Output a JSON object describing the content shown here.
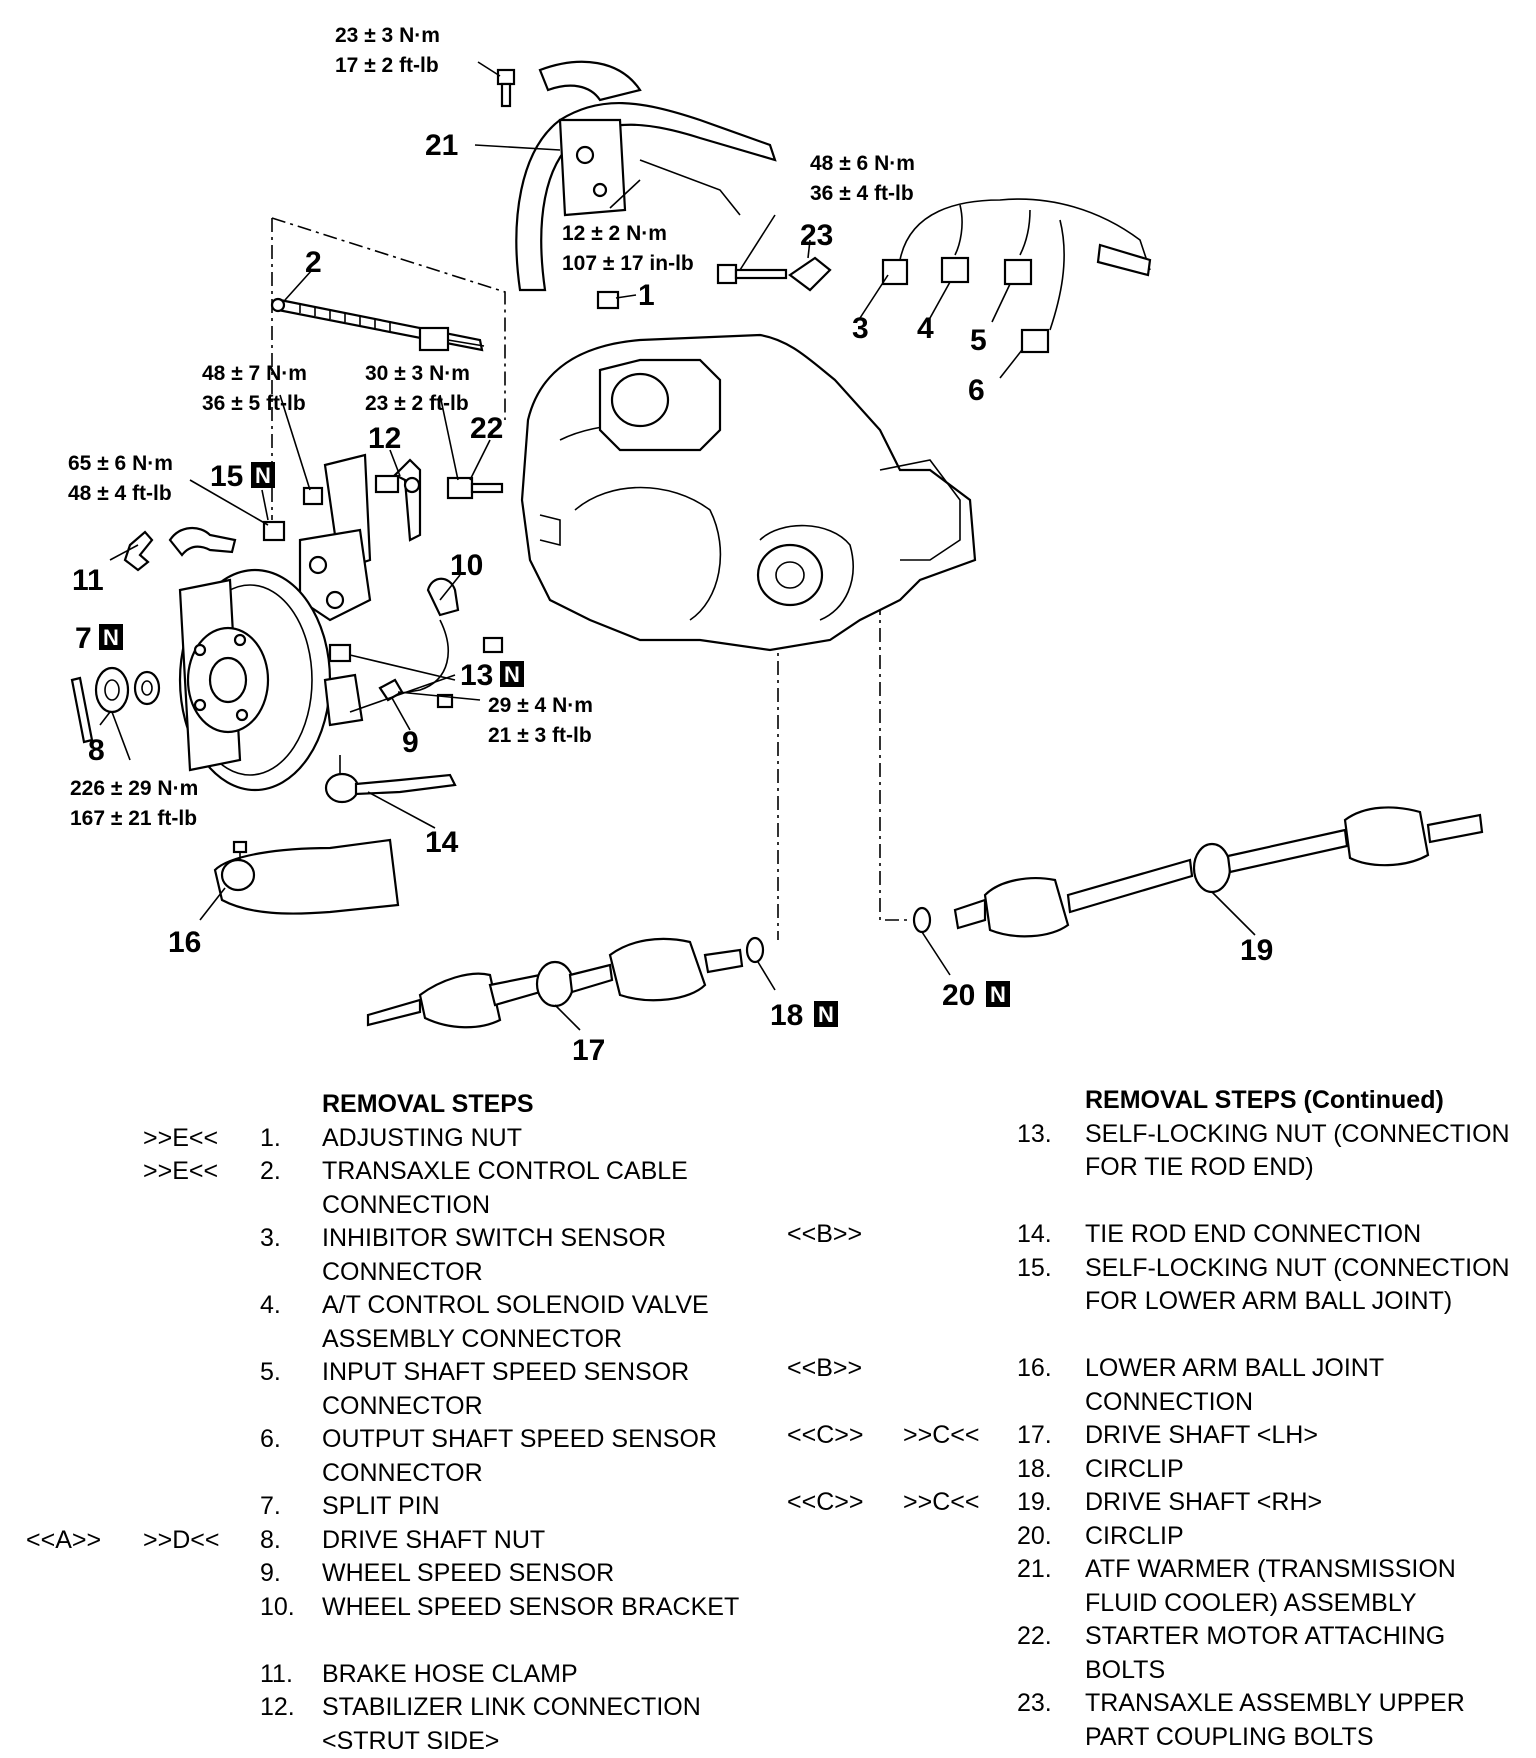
{
  "figure_id": "AC306157AD",
  "callouts": {
    "c1": "1",
    "c2": "2",
    "c3": "3",
    "c4": "4",
    "c5": "5",
    "c6": "6",
    "c7": "7",
    "c8": "8",
    "c9": "9",
    "c10": "10",
    "c11": "11",
    "c12": "12",
    "c13": "13",
    "c14": "14",
    "c15": "15",
    "c16": "16",
    "c17": "17",
    "c18": "18",
    "c19": "19",
    "c20": "20",
    "c21": "21",
    "c22": "22",
    "c23": "23",
    "new_badge": "N"
  },
  "torques": {
    "t_top_nm": "23 ± 3 N·m",
    "t_top_ft": "17 ± 2 ft-lb",
    "t_atf_nm": "12 ± 2 N·m",
    "t_atf_in": "107 ± 17 in-lb",
    "t_23_nm": "48 ± 6 N·m",
    "t_23_ft": "36 ± 4 ft-lb",
    "t_strut_nm": "48 ± 7 N·m",
    "t_strut_ft": "36 ± 5 ft-lb",
    "t_22_nm": "30 ± 3 N·m",
    "t_22_ft": "23 ± 2 ft-lb",
    "t_15_nm": "65 ± 6 N·m",
    "t_15_ft": "48 ± 4 ft-lb",
    "t_13_nm": "29 ± 4 N·m",
    "t_13_ft": "21 ± 3 ft-lb",
    "t_8_nm": "226 ± 29 N·m",
    "t_8_ft": "167 ± 21 ft-lb"
  },
  "left_list": {
    "heading": "REMOVAL STEPS",
    "items": [
      {
        "mk1": "",
        "mk2": ">>E<<",
        "num": "1.",
        "text": "ADJUSTING NUT"
      },
      {
        "mk1": "",
        "mk2": ">>E<<",
        "num": "2.",
        "text": "TRANSAXLE CONTROL CABLE CONNECTION"
      },
      {
        "mk1": "",
        "mk2": "",
        "num": "3.",
        "text": "INHIBITOR SWITCH SENSOR CONNECTOR"
      },
      {
        "mk1": "",
        "mk2": "",
        "num": "4.",
        "text": "A/T CONTROL SOLENOID VALVE ASSEMBLY CONNECTOR"
      },
      {
        "mk1": "",
        "mk2": "",
        "num": "5.",
        "text": "INPUT SHAFT SPEED SENSOR CONNECTOR"
      },
      {
        "mk1": "",
        "mk2": "",
        "num": "6.",
        "text": "OUTPUT SHAFT SPEED SENSOR CONNECTOR"
      },
      {
        "mk1": "",
        "mk2": "",
        "num": "7.",
        "text": "SPLIT PIN"
      },
      {
        "mk1": "<<A>>",
        "mk2": ">>D<<",
        "num": "8.",
        "text": "DRIVE SHAFT NUT"
      },
      {
        "mk1": "",
        "mk2": "",
        "num": "9.",
        "text": "WHEEL SPEED SENSOR"
      },
      {
        "mk1": "",
        "mk2": "",
        "num": "10.",
        "text": "WHEEL SPEED SENSOR BRACKET"
      },
      {
        "mk1": "",
        "mk2": "",
        "num": "11.",
        "text": "BRAKE HOSE CLAMP"
      },
      {
        "mk1": "",
        "mk2": "",
        "num": "12.",
        "text": "STABILIZER LINK CONNECTION <STRUT SIDE>"
      }
    ]
  },
  "right_list": {
    "heading": "REMOVAL STEPS (Continued)",
    "items": [
      {
        "mk1": "",
        "mk2": "",
        "num": "13.",
        "text": "SELF-LOCKING NUT (CONNECTION FOR TIE ROD END)"
      },
      {
        "mk1": "<<B>>",
        "mk2": "",
        "num": "14.",
        "text": "TIE ROD END CONNECTION"
      },
      {
        "mk1": "",
        "mk2": "",
        "num": "15.",
        "text": "SELF-LOCKING NUT (CONNECTION FOR LOWER ARM BALL JOINT)"
      },
      {
        "mk1": "<<B>>",
        "mk2": "",
        "num": "16.",
        "text": "LOWER ARM BALL JOINT CONNECTION"
      },
      {
        "mk1": "<<C>>",
        "mk2": ">>C<<",
        "num": "17.",
        "text": "DRIVE SHAFT <LH>"
      },
      {
        "mk1": "",
        "mk2": "",
        "num": "18.",
        "text": "CIRCLIP"
      },
      {
        "mk1": "<<C>>",
        "mk2": ">>C<<",
        "num": "19.",
        "text": "DRIVE SHAFT <RH>"
      },
      {
        "mk1": "",
        "mk2": "",
        "num": "20.",
        "text": "CIRCLIP"
      },
      {
        "mk1": "",
        "mk2": "",
        "num": "21.",
        "text": "ATF WARMER (TRANSMISSION FLUID COOLER) ASSEMBLY"
      },
      {
        "mk1": "",
        "mk2": "",
        "num": "22.",
        "text": "STARTER MOTOR ATTACHING BOLTS"
      },
      {
        "mk1": "",
        "mk2": "",
        "num": "23.",
        "text": "TRANSAXLE ASSEMBLY UPPER PART COUPLING BOLTS"
      }
    ]
  }
}
